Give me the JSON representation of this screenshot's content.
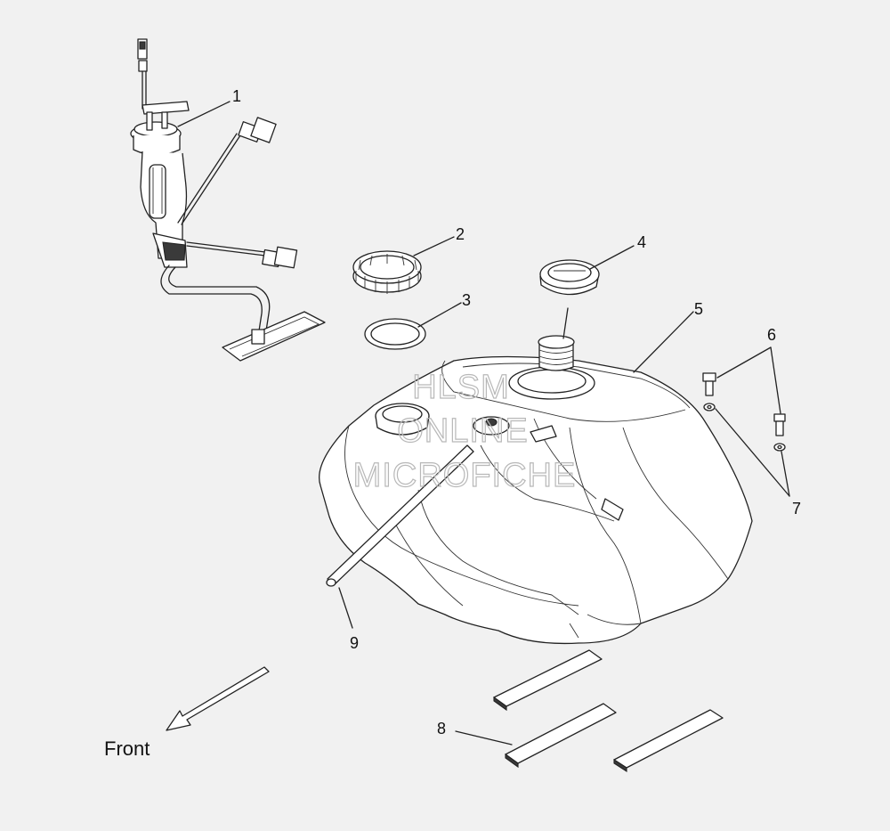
{
  "callouts": [
    "1",
    "2",
    "3",
    "4",
    "5",
    "6",
    "7",
    "8",
    "9"
  ],
  "front_label": "Front",
  "watermark": {
    "line1": "HLSM",
    "line2": "ONLINE",
    "line3": "MICROFICHE"
  },
  "colors": {
    "background": "#f1f1f1",
    "line": "#222222",
    "watermark": "#b8b8b8"
  }
}
